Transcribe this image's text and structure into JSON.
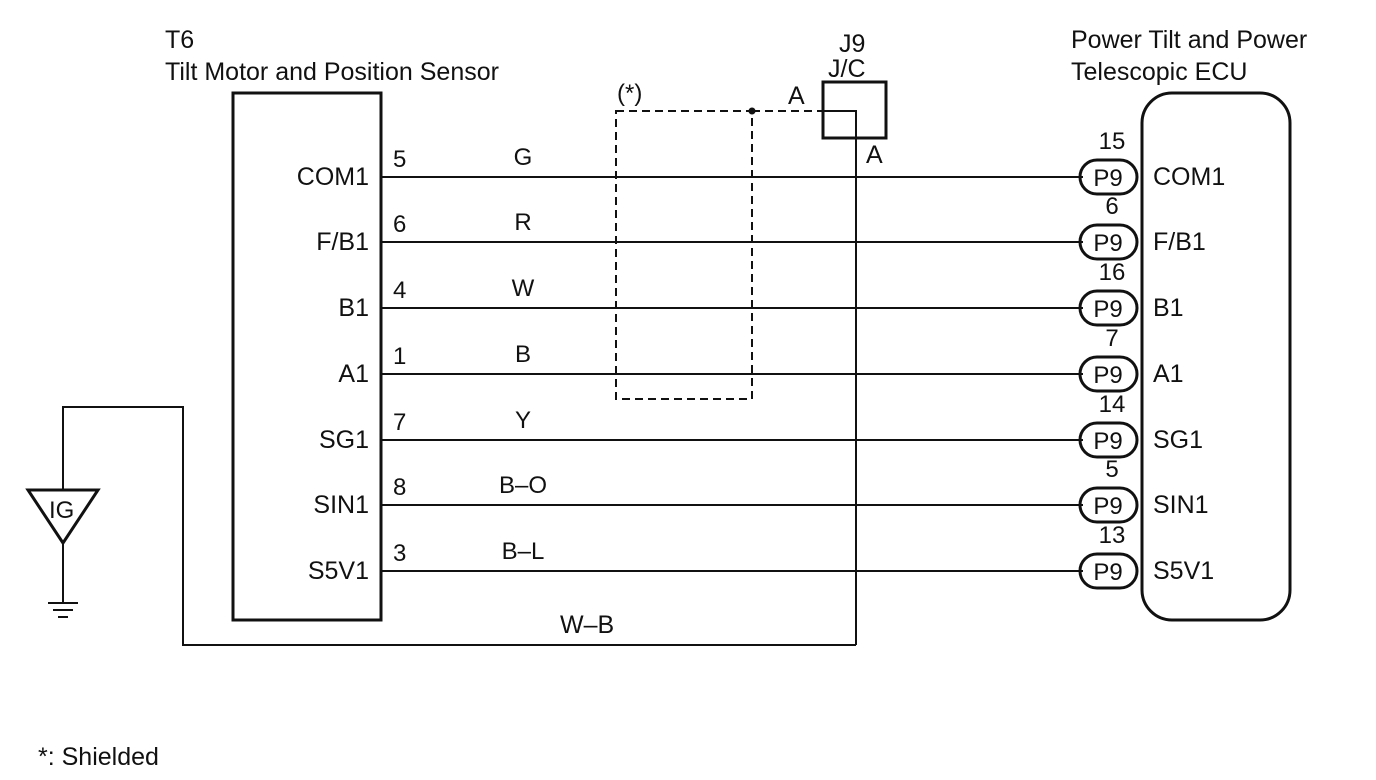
{
  "left_component": {
    "code": "T6",
    "name": "Tilt Motor and Position Sensor"
  },
  "junction": {
    "code": "J9",
    "name": "J/C",
    "pin_in": "A",
    "pin_out": "A"
  },
  "right_component": {
    "name_line1": "Power Tilt and Power",
    "name_line2": "Telescopic ECU",
    "connector": "P9"
  },
  "shield": {
    "label": "(*)"
  },
  "wires": [
    {
      "left_terminal": "COM1",
      "left_pin": "5",
      "color": "G",
      "right_pin": "15",
      "right_terminal": "COM1"
    },
    {
      "left_terminal": "F/B1",
      "left_pin": "6",
      "color": "R",
      "right_pin": "6",
      "right_terminal": "F/B1"
    },
    {
      "left_terminal": "B1",
      "left_pin": "4",
      "color": "W",
      "right_pin": "16",
      "right_terminal": "B1"
    },
    {
      "left_terminal": "A1",
      "left_pin": "1",
      "color": "B",
      "right_pin": "7",
      "right_terminal": "A1"
    },
    {
      "left_terminal": "SG1",
      "left_pin": "7",
      "color": "Y",
      "right_pin": "14",
      "right_terminal": "SG1"
    },
    {
      "left_terminal": "SIN1",
      "left_pin": "8",
      "color": "B–O",
      "right_pin": "5",
      "right_terminal": "SIN1"
    },
    {
      "left_terminal": "S5V1",
      "left_pin": "3",
      "color": "B–L",
      "right_pin": "13",
      "right_terminal": "S5V1"
    }
  ],
  "ground": {
    "symbol_label": "IG",
    "wire_color": "W–B"
  },
  "footnote": "*: Shielded"
}
